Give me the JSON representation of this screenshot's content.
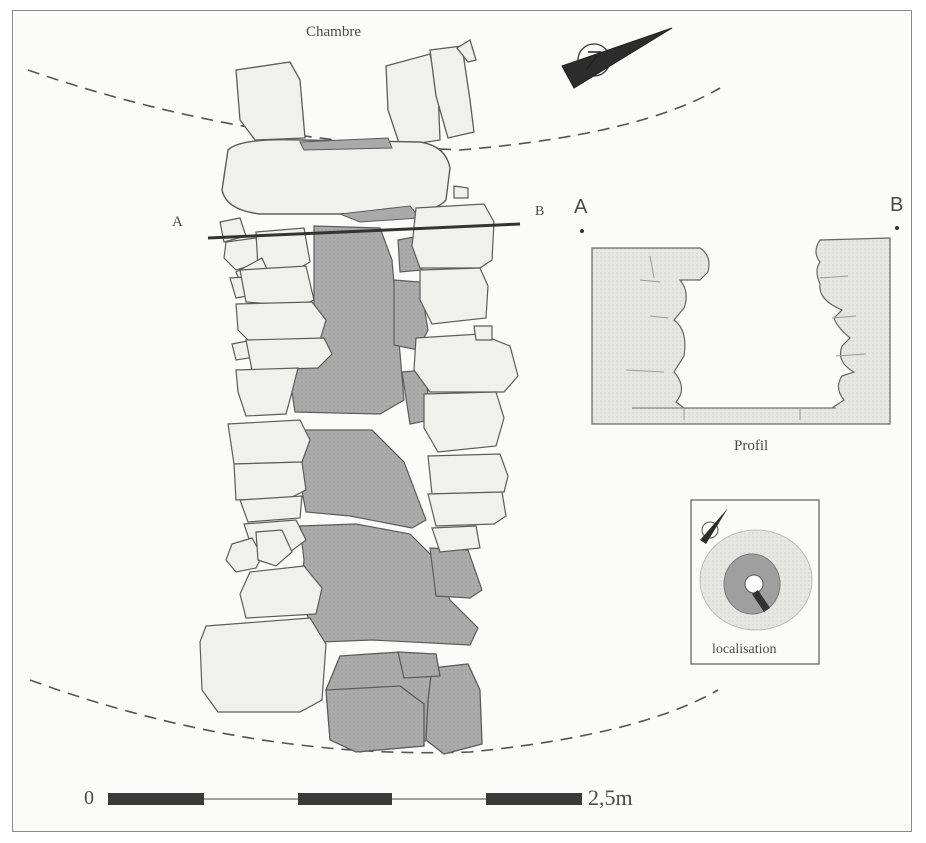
{
  "figure": {
    "chamber_label": "Chambre",
    "section_start": "A",
    "section_end": "B",
    "profile": {
      "point_a": "A",
      "point_b": "B",
      "caption": "Profil"
    },
    "location_inset": {
      "caption": "localisation"
    },
    "scale_bar": {
      "start_label": "0",
      "end_label": "2,5m"
    }
  },
  "colors": {
    "stone_light": "#f0f0ec",
    "stone_dark": "#a9a9a9",
    "outline": "#5c5c5c",
    "profile_fill": "#e2e2de",
    "section_line": "#333333"
  },
  "icons": {
    "north_arrow": "north-arrow-icon",
    "inset_north_arrow": "north-arrow-icon"
  }
}
